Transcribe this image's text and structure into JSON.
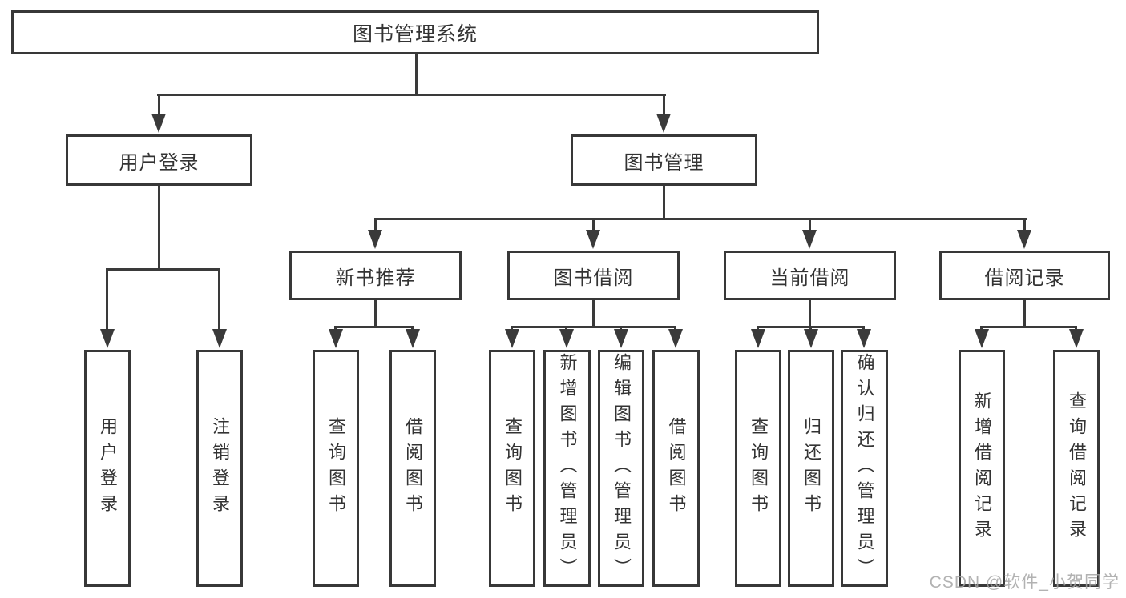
{
  "diagram_title": "图书管理系统",
  "colors": {
    "line": "#3a3a3a",
    "text": "#333333",
    "watermark": "#a5a5a5",
    "background": "#ffffff"
  },
  "tree": {
    "label": "图书管理系统",
    "children": [
      {
        "label": "用户登录",
        "children": [
          {
            "label": "用户登录"
          },
          {
            "label": "注销登录"
          }
        ]
      },
      {
        "label": "图书管理",
        "children": [
          {
            "label": "新书推荐",
            "children": [
              {
                "label": "查询图书"
              },
              {
                "label": "借阅图书"
              }
            ]
          },
          {
            "label": "图书借阅",
            "children": [
              {
                "label": "查询图书"
              },
              {
                "label": "新增图书（管理员）"
              },
              {
                "label": "编辑图书（管理员）"
              },
              {
                "label": "借阅图书"
              }
            ]
          },
          {
            "label": "当前借阅",
            "children": [
              {
                "label": "查询图书"
              },
              {
                "label": "归还图书"
              },
              {
                "label": "确认归还（管理员）"
              }
            ]
          },
          {
            "label": "借阅记录",
            "children": [
              {
                "label": "新增借阅记录"
              },
              {
                "label": "查询借阅记录"
              }
            ]
          }
        ]
      }
    ]
  },
  "watermark": {
    "text": "CSDN @软件_小贺同学"
  }
}
